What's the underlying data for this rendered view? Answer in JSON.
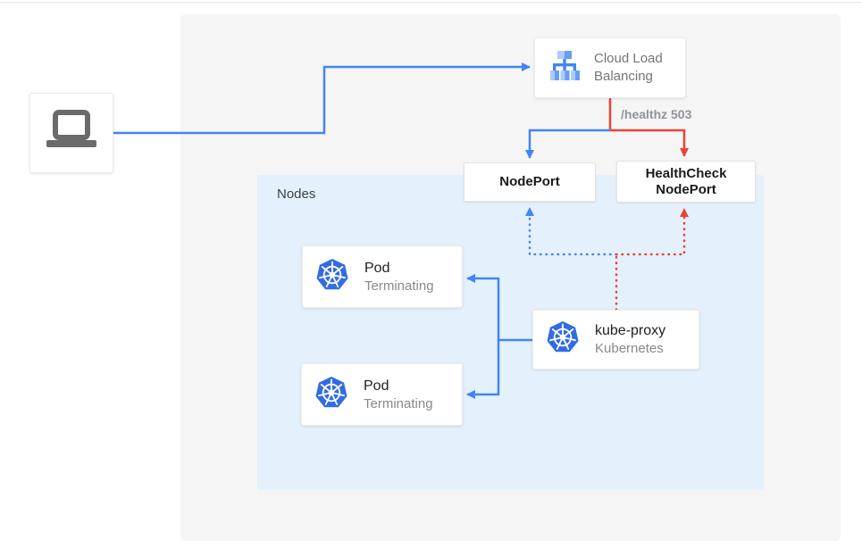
{
  "diagram": {
    "nodes_label": "Nodes",
    "cloud_lb": {
      "label": "Cloud Load Balancing"
    },
    "healthz_label": "/healthz 503",
    "nodeport": {
      "label": "NodePort"
    },
    "healthcheck_nodeport": {
      "label": "HealthCheck NodePort"
    },
    "pods": [
      {
        "title": "Pod",
        "status": "Terminating"
      },
      {
        "title": "Pod",
        "status": "Terminating"
      }
    ],
    "kube_proxy": {
      "title": "kube-proxy",
      "subtitle": "Kubernetes"
    },
    "colors": {
      "traffic_blue": "#4285f4",
      "health_red": "#ea4335",
      "panel_bg": "#f5f5f6",
      "nodes_bg": "#e4f0fc",
      "kubernetes_blue": "#326ce5",
      "lb_icon_light": "#aecbfa",
      "lb_icon_medium": "#669df6",
      "laptop_gray": "#6b6b6b"
    }
  }
}
